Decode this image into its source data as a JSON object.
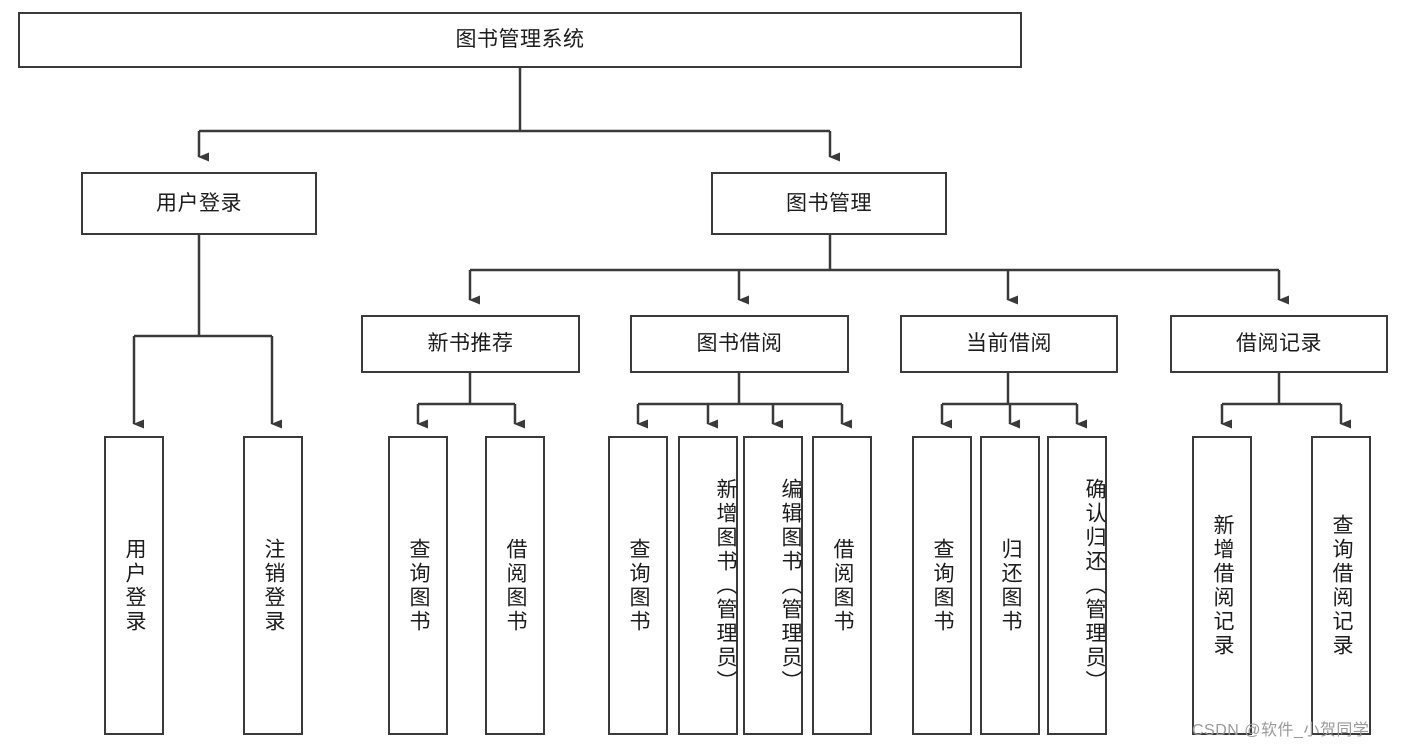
{
  "diagram": {
    "title_node": {
      "label": "图书管理系统"
    },
    "level2": [
      {
        "label": "用户登录"
      },
      {
        "label": "图书管理"
      }
    ],
    "level3": [
      {
        "label": "新书推荐"
      },
      {
        "label": "图书借阅"
      },
      {
        "label": "当前借阅"
      },
      {
        "label": "借阅记录"
      }
    ],
    "leaves": {
      "user_login": [
        {
          "label": "用户登录"
        },
        {
          "label": "注销登录"
        }
      ],
      "new_book_recommend": [
        {
          "label": "查询图书"
        },
        {
          "label": "借阅图书"
        }
      ],
      "book_borrow": [
        {
          "label": "查询图书"
        },
        {
          "label": "新增图书（管理员）"
        },
        {
          "label": "编辑图书（管理员）"
        },
        {
          "label": "借阅图书"
        }
      ],
      "current_borrow": [
        {
          "label": "查询图书"
        },
        {
          "label": "归还图书"
        },
        {
          "label": "确认归还（管理员）"
        }
      ],
      "borrow_record": [
        {
          "label": "新增借阅记录"
        },
        {
          "label": "查询借阅记录"
        }
      ]
    },
    "watermark": {
      "text": "CSDN @软件_小贺同学"
    },
    "colors": {
      "border": "#3a3a3a",
      "background": "#ffffff",
      "text": "#1c1c1c",
      "watermark": "#9a9a9a"
    }
  }
}
